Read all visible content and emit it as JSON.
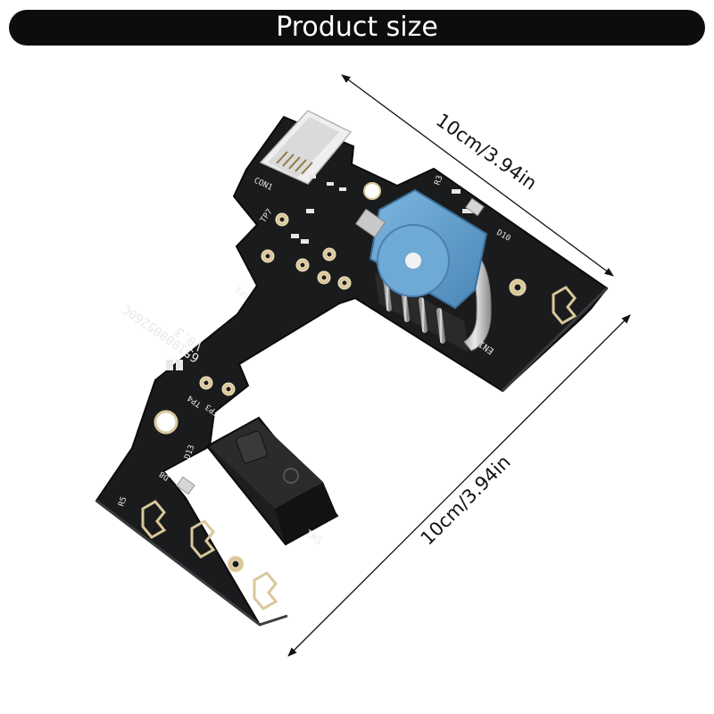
{
  "banner": {
    "title": "Product size"
  },
  "dimensions": {
    "top_edge": "10cm/3.94in",
    "right_edge": "10cm/3.94in"
  },
  "board": {
    "silkscreen": {
      "connector": "CON1",
      "part_number": "65100005260C",
      "version": "V0.3",
      "encoder": "EN1",
      "switch": "SW1",
      "led_top": "D10",
      "led_bottom": "D8",
      "diode_bottom": "D13",
      "tp1": "TP1",
      "tp3": "TP3",
      "tp4": "TP4",
      "tp7": "TP7",
      "res_top": "R3",
      "res_bottom": "R5"
    }
  },
  "colors": {
    "banner_bg": "#0d0d0d",
    "pcb": "#1a1b1d",
    "encoder_blue": "#5f9fcc",
    "pad_gold": "#d9c79a"
  }
}
